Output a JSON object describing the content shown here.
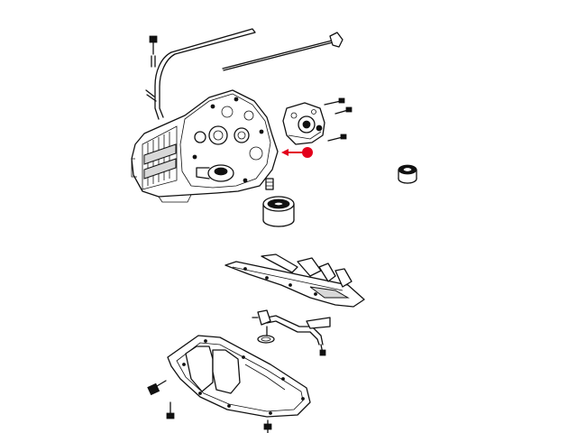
{
  "diagram": {
    "colors": {
      "line": "#111111",
      "background": "#ffffff",
      "callout": "#e3001b"
    },
    "parts": [
      "dipstick-tube",
      "dipstick",
      "engine-block",
      "oil-pump",
      "oil-filter",
      "oil-filter-adapter",
      "oil-filler-cap",
      "windage-tray",
      "oil-pickup-tube",
      "oil-pan",
      "drain-plug"
    ]
  }
}
